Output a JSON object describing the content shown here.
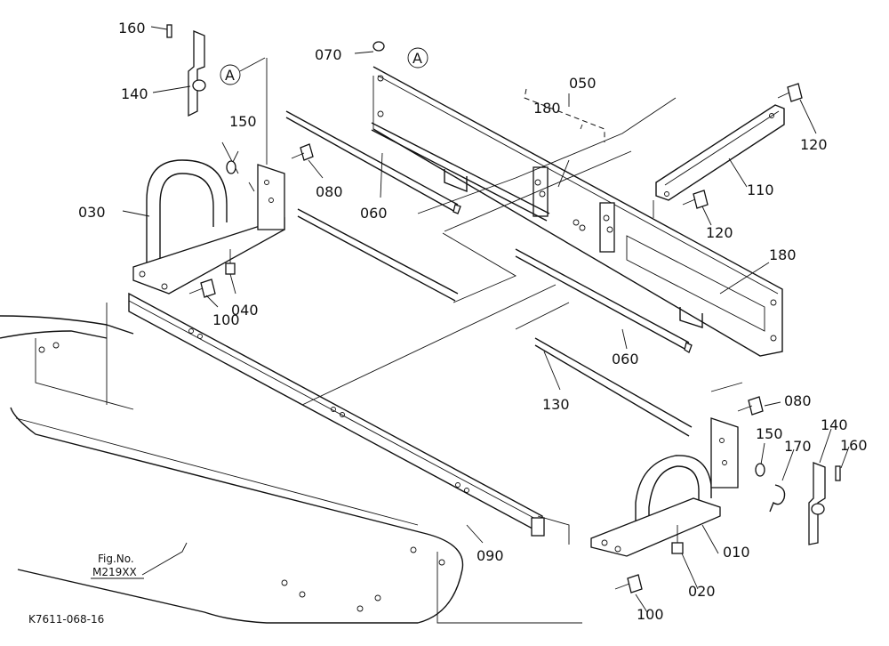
{
  "callouts": {
    "p010": "010",
    "p020": "020",
    "p030": "030",
    "p040": "040",
    "p050": "050",
    "p060a": "060",
    "p060b": "060",
    "p070": "070",
    "p080a": "080",
    "p080b": "080",
    "p090": "090",
    "p100a": "100",
    "p100b": "100",
    "p110": "110",
    "p120a": "120",
    "p120b": "120",
    "p130": "130",
    "p140a": "140",
    "p140b": "140",
    "p150a": "150",
    "p150b": "150",
    "p160a": "160",
    "p160b": "160",
    "p170": "170",
    "p180a": "180",
    "p180b": "180"
  },
  "refs": {
    "a1": "A",
    "a2": "A"
  },
  "figure_ref": {
    "line1": "Fig.No.",
    "line2": "M219XX"
  },
  "drawing_code": "K7611-068-16"
}
